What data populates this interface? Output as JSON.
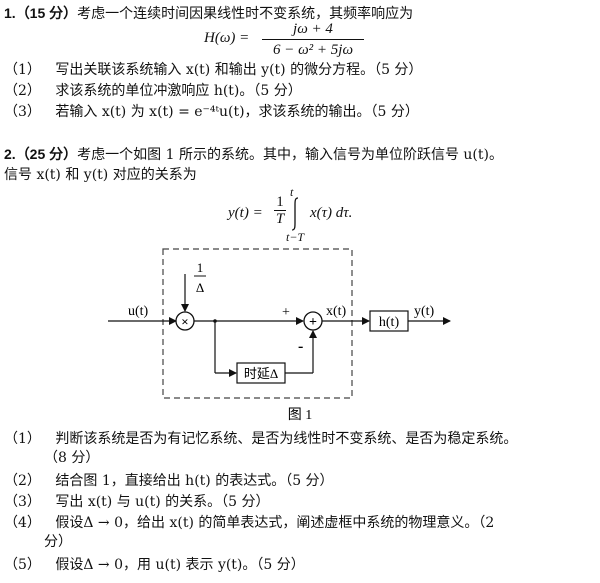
{
  "q1": {
    "number": "1.",
    "points": "（15 分）",
    "stem": "考虑一个连续时间因果线性时不变系统，其频率响应为",
    "eq_lhs": "H(ω) =",
    "eq_num": "jω + 4",
    "eq_den": "6 − ω² + 5jω",
    "items": [
      {
        "label": "（1）",
        "text": "写出关联该系统输入 x(t) 和输出 y(t) 的微分方程。（5 分）"
      },
      {
        "label": "（2）",
        "text": "求该系统的单位冲激响应 h(t)。（5 分）"
      },
      {
        "label": "（3）",
        "text": "若输入 x(t) 为 x(t) = e⁻⁴ᵗu(t)，求该系统的输出。（5 分）"
      }
    ]
  },
  "q2": {
    "number": "2.",
    "points": "（25 分）",
    "stem_line1": "考虑一个如图 1 所示的系统。其中，输入信号为单位阶跃信号 u(t)。",
    "stem_line2": "信号 x(t) 和 y(t) 对应的关系为",
    "eq_lhs": "y(t) =",
    "eq_frac_num": "1",
    "eq_frac_den": "T",
    "eq_upper": "t",
    "eq_lower": "t−T",
    "eq_integrand": "x(τ) dτ.",
    "items": [
      {
        "label": "（1）",
        "text": "判断该系统是否为有记忆系统、是否为线性时不变系统、是否为稳定系统。",
        "cont": "（8 分）"
      },
      {
        "label": "（2）",
        "text": "结合图 1，直接给出 h(t) 的表达式。（5 分）"
      },
      {
        "label": "（3）",
        "text": "写出 x(t) 与 u(t) 的关系。（5 分）"
      },
      {
        "label": "（4）",
        "text": "假设Δ → 0，给出 x(t) 的简单表达式，阐述虚框中系统的物理意义。（2",
        "cont": "分）"
      },
      {
        "label": "（5）",
        "text": "假设Δ → 0，用 u(t) 表示 y(t)。（5 分）"
      }
    ]
  },
  "figure": {
    "caption": "图 1",
    "input_label": "u(t)",
    "gain_num": "1",
    "gain_den": "Δ",
    "multiplier_symbol": "×",
    "adder_symbol": "+",
    "plus_sign": "+",
    "minus_sign": "-",
    "delay_label": "时延Δ",
    "x_label": "x(t)",
    "h_label": "h(t)",
    "y_label": "y(t)"
  }
}
